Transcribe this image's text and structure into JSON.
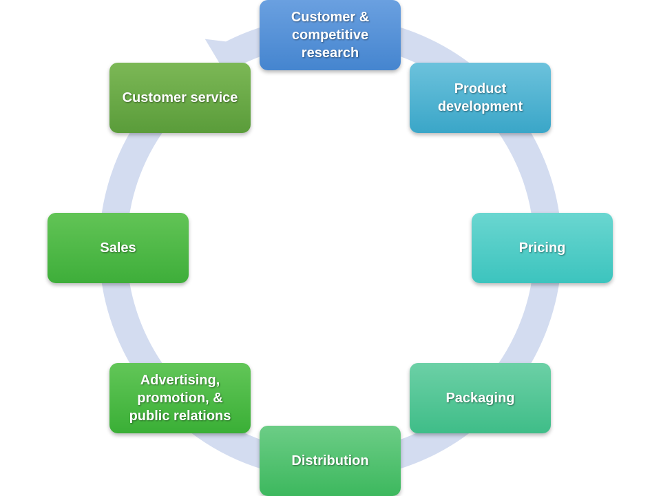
{
  "diagram": {
    "type": "cycle",
    "colors": {
      "ring": "#d3dcf0",
      "research_top": "#6aa0e0",
      "research_bottom": "#4585cf",
      "product_top": "#6cc2dc",
      "product_bottom": "#3aa6c8",
      "pricing_top": "#6ad6d0",
      "pricing_bottom": "#3cc4be",
      "packaging_top": "#6cd0a6",
      "packaging_bottom": "#3fbd88",
      "distribution_top": "#6ccd86",
      "distribution_bottom": "#3db85e",
      "advertising_top": "#62c658",
      "advertising_bottom": "#3aaf36",
      "sales_top": "#62c456",
      "sales_bottom": "#3eae3a",
      "service_top": "#7cb856",
      "service_bottom": "#5a9c3a"
    },
    "nodes": [
      {
        "id": "research",
        "label": "Customer & competitive research"
      },
      {
        "id": "product",
        "label": "Product development"
      },
      {
        "id": "pricing",
        "label": "Pricing"
      },
      {
        "id": "packaging",
        "label": "Packaging"
      },
      {
        "id": "distribution",
        "label": "Distribution"
      },
      {
        "id": "advertising",
        "label": "Advertising, promotion, & public relations"
      },
      {
        "id": "sales",
        "label": "Sales"
      },
      {
        "id": "service",
        "label": "Customer service"
      }
    ]
  }
}
